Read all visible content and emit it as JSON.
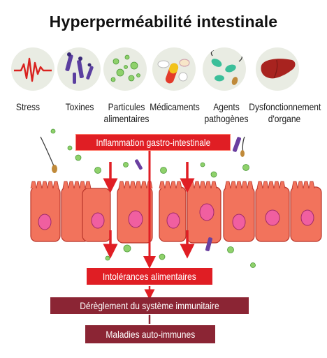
{
  "title": "Hyperperméabilité intestinale",
  "causes": [
    {
      "label": "Stress",
      "icon": "stress-icon"
    },
    {
      "label": "Toxines",
      "icon": "toxins-icon"
    },
    {
      "label": "Particules alimentaires",
      "line1": "Particules",
      "line2": "alimentaires",
      "icon": "food-particles-icon"
    },
    {
      "label": "Médicaments",
      "icon": "medication-icon"
    },
    {
      "label": "Agents pathogènes",
      "line1": "Agents",
      "line2": "pathogènes",
      "icon": "pathogens-icon"
    },
    {
      "label": "Dysfonctionnement d'organe",
      "line1": "Dysfonctionnement",
      "line2": "d'organe",
      "icon": "liver-icon"
    }
  ],
  "flow": {
    "inflammation": "Inflammation gastro-intestinale",
    "intolerances": "Intolérances alimentaires",
    "immune": "Dérèglement du système immunitaire",
    "autoimmune": "Maladies auto-immunes"
  },
  "colors": {
    "red": "#e01e24",
    "dark_red": "#8b2534",
    "cell": "#f2735c",
    "nucleus": "#f05fa0",
    "particle_green": "#8fd16b",
    "toxin_purple": "#6a3fa0"
  }
}
